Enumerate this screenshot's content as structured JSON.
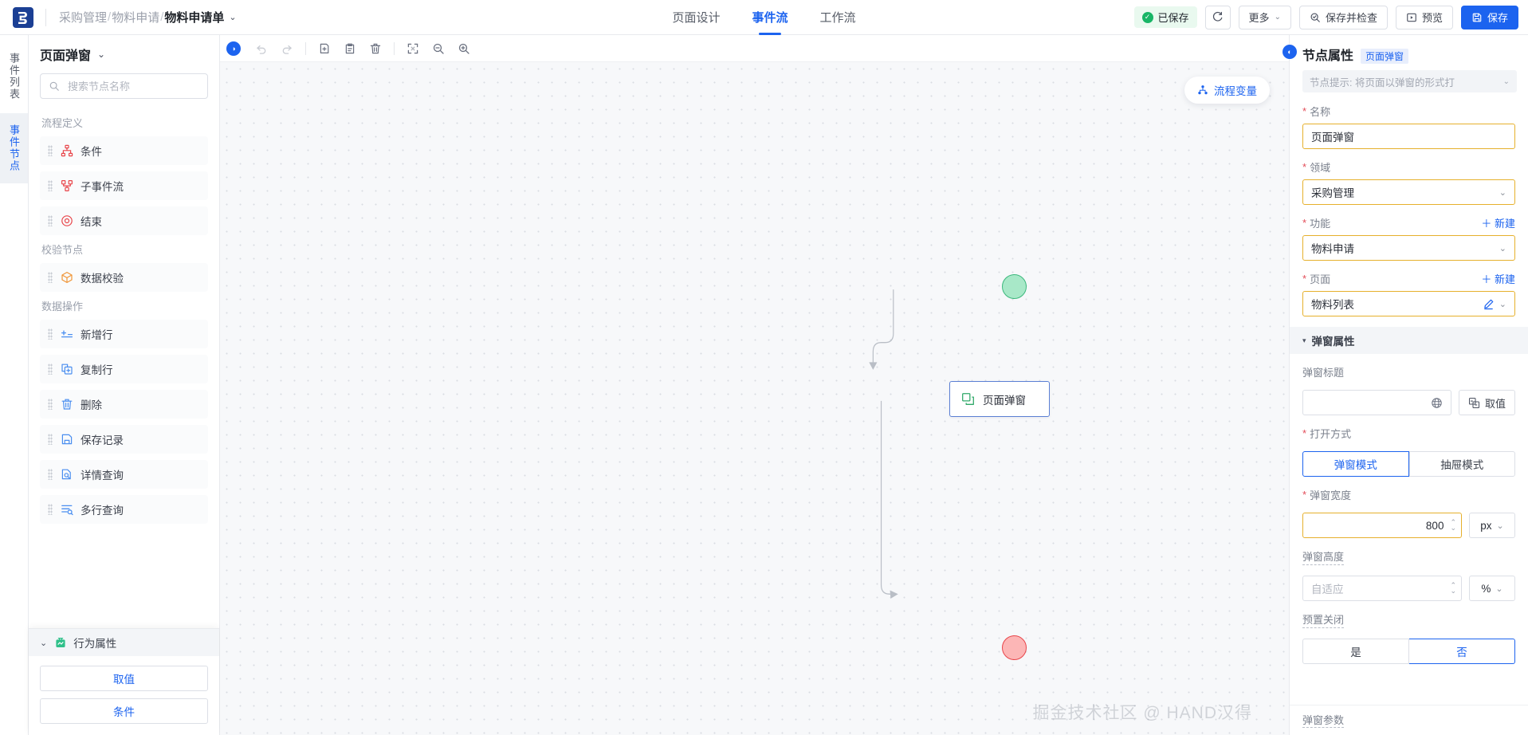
{
  "header": {
    "logo_icon": "brand-logo-icon",
    "breadcrumb": {
      "level1": "采购管理",
      "level2": "物料申请",
      "current": "物料申请单",
      "separator": "/",
      "caret": "⌄"
    },
    "tabs": [
      {
        "label": "页面设计",
        "active": false
      },
      {
        "label": "事件流",
        "active": true
      },
      {
        "label": "工作流",
        "active": false
      }
    ],
    "status": {
      "label": "已保存",
      "icon": "check-circle-icon",
      "color": "#18b566"
    },
    "refresh_icon": "refresh-icon",
    "more": {
      "label": "更多",
      "caret": "⌄"
    },
    "save_check": {
      "label": "保存并检查",
      "icon": "search-check-icon"
    },
    "preview": {
      "label": "预览",
      "icon": "play-box-icon"
    },
    "save": {
      "label": "保存",
      "icon": "save-disk-icon",
      "color": "#1c63ef"
    }
  },
  "rail": {
    "items": [
      {
        "label": "事件列表",
        "active": false
      },
      {
        "label": "事件节点",
        "active": true
      }
    ]
  },
  "palette": {
    "title": "页面弹窗",
    "caret": "⌄",
    "search": {
      "placeholder": "搜索节点名称",
      "value": "",
      "icon": "search-icon"
    },
    "groups": [
      {
        "title": "流程定义",
        "items": [
          {
            "label": "条件",
            "icon": "condition-icon",
            "color": "#e8454a"
          },
          {
            "label": "子事件流",
            "icon": "sub-flow-icon",
            "color": "#e8454a"
          },
          {
            "label": "结束",
            "icon": "end-circle-icon",
            "color": "#e8454a"
          }
        ]
      },
      {
        "title": "校验节点",
        "items": [
          {
            "label": "数据校验",
            "icon": "cube-check-icon",
            "color": "#f09537"
          }
        ]
      },
      {
        "title": "数据操作",
        "items": [
          {
            "label": "新增行",
            "icon": "add-row-icon",
            "color": "#4a8ef0"
          },
          {
            "label": "复制行",
            "icon": "copy-row-icon",
            "color": "#4a8ef0"
          },
          {
            "label": "删除",
            "icon": "trash-icon",
            "color": "#4a8ef0"
          },
          {
            "label": "保存记录",
            "icon": "save-record-icon",
            "color": "#4a8ef0"
          },
          {
            "label": "详情查询",
            "icon": "detail-query-icon",
            "color": "#4a8ef0"
          },
          {
            "label": "多行查询",
            "icon": "multi-row-query-icon",
            "color": "#4a8ef0"
          }
        ]
      }
    ],
    "behavior": {
      "title": "行为属性",
      "caret": "⌄",
      "icon": "behavior-icon",
      "buttons": [
        {
          "label": "取值"
        },
        {
          "label": "条件"
        }
      ]
    }
  },
  "canvas": {
    "collapse_left_icon": "collapse-left-icon",
    "tools": [
      {
        "name": "undo-icon",
        "disabled": true
      },
      {
        "name": "redo-icon",
        "disabled": true
      },
      {
        "name": "copy-node-icon",
        "disabled": false
      },
      {
        "name": "paste-node-icon",
        "disabled": false
      },
      {
        "name": "delete-node-icon",
        "disabled": false
      },
      {
        "name": "fit-screen-icon",
        "disabled": false
      },
      {
        "name": "zoom-out-icon",
        "disabled": false
      },
      {
        "name": "zoom-in-icon",
        "disabled": false
      }
    ],
    "flow_vars": {
      "label": "流程变量",
      "icon": "flow-vars-icon"
    },
    "graph": {
      "start_node": {
        "name": "start-node",
        "color": "#a8e8c8",
        "border": "#3cb87c"
      },
      "task_node": {
        "label": "页面弹窗",
        "icon": "popup-window-icon",
        "border": "#5b7fd4"
      },
      "end_node": {
        "name": "end-node",
        "color": "#fcb6b6",
        "border": "#e8454a"
      }
    },
    "watermark": "掘金技术社区 @ HAND汉得"
  },
  "props": {
    "title": "节点属性",
    "chip": "页面弹窗",
    "collapse_icon": "collapse-right-icon",
    "hint": {
      "text": "节点提示: 将页面以弹窗的形式打",
      "caret": "⌄"
    },
    "fields": [
      {
        "key": "name",
        "label": "名称",
        "required": true,
        "value": "页面弹窗",
        "type": "input",
        "warn": true
      },
      {
        "key": "domain",
        "label": "领域",
        "required": true,
        "value": "采购管理",
        "type": "select",
        "warn": true
      },
      {
        "key": "function",
        "label": "功能",
        "required": true,
        "value": "物料申请",
        "type": "select",
        "warn": true,
        "add_label": "＋ 新建"
      },
      {
        "key": "page",
        "label": "页面",
        "required": true,
        "value": "物料列表",
        "type": "select-edit",
        "warn": true,
        "add_label": "＋ 新建",
        "edit_icon": "pencil-icon"
      }
    ],
    "section": {
      "title": "弹窗属性",
      "triangle": "▾"
    },
    "popup_title": {
      "label": "弹窗标题",
      "value": "",
      "globe_icon": "globe-icon",
      "take_value": {
        "label": "取值",
        "icon": "take-value-icon"
      }
    },
    "open_mode": {
      "label": "打开方式",
      "required": true,
      "options": [
        {
          "label": "弹窗模式",
          "active": true
        },
        {
          "label": "抽屉模式",
          "active": false
        }
      ]
    },
    "popup_width": {
      "label": "弹窗宽度",
      "required": true,
      "value": "800",
      "unit": "px",
      "unit_caret": "⌄"
    },
    "popup_height": {
      "label": "弹窗高度",
      "required": false,
      "value": "",
      "placeholder": "自适应",
      "unit": "%",
      "unit_caret": "⌄"
    },
    "preset_close": {
      "label": "预置关闭",
      "options": [
        {
          "label": "是",
          "active": false
        },
        {
          "label": "否",
          "active": true
        }
      ]
    },
    "popup_params": {
      "label": "弹窗参数"
    }
  }
}
